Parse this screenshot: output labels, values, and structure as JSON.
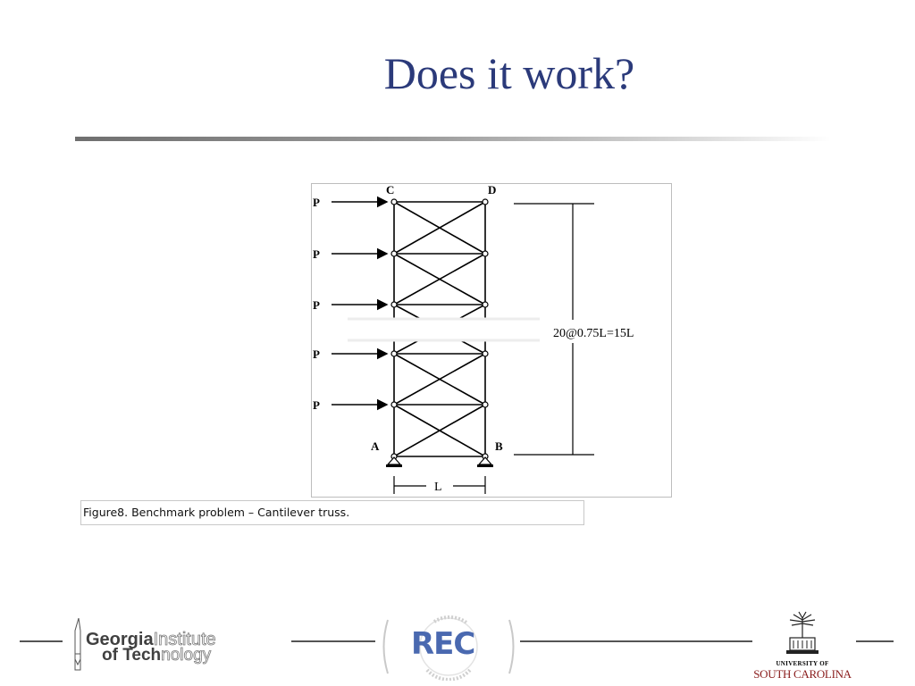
{
  "slide": {
    "title": "Does it work?"
  },
  "figure": {
    "caption": "Figure8. Benchmark problem – Cantilever truss.",
    "node_labels": [
      "C",
      "D",
      "A",
      "B"
    ],
    "load_label": "P",
    "load_count": 5,
    "height_dimension": "20@0.75L=15L",
    "width_dimension": "L"
  },
  "footer": {
    "gt_logo": {
      "line1_dark": "Georgia",
      "line1_light": "Institute",
      "line2_dark": "of Tech",
      "line2_light": "nology"
    },
    "rec_logo": {
      "text": "REC",
      "ring_text": "ENGINEERING"
    },
    "usc_logo": {
      "small_text": "UNIVERSITY OF",
      "big_text": "SOUTH CAROLINA"
    }
  },
  "colors": {
    "title": "#2b3a7a",
    "rec_blue": "#4a69b0",
    "usc_garnet": "#8a1c1c"
  }
}
